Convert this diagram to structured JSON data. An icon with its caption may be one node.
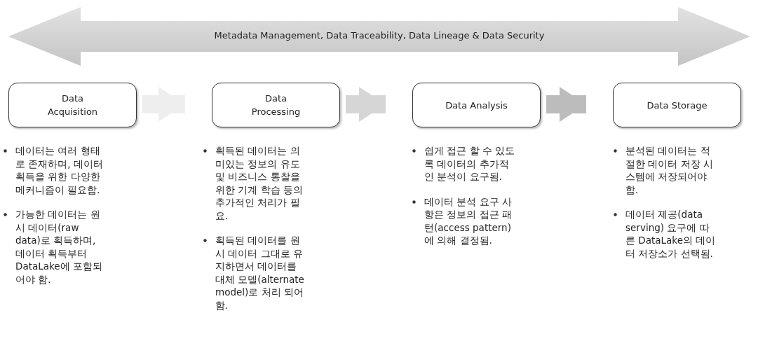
{
  "diagram": {
    "nodes": [
      {
        "text": [
          "Metadata Management, Data Traceability, Data Lineage & Data Security"
        ]
      },
      {
        "text": [
          "Data Acquisition"
        ],
        "beside": [
          "데이터는 여러 형태로 존재하며, 데이터 획득을 위한 다양한 메커니즘이 필요함.",
          "가능한 데이터는 원시 데이터(raw data)로 획득하며, 데이터 획득부터 DataLake에 포함되어야 함."
        ]
      },
      {
        "text": [
          "Data Processing"
        ],
        "beside": [
          "획득된 데이터는 의미있는 정보의 유도 및 비즈니스 통찰을 위한 기계 학습 등의 추가적인 처리가 필요.",
          "획득된 데이터를 원시 데이터 그대로 유지하면서 데이터를 대체 모델(alternate model)로 처리 되어 함."
        ]
      },
      {
        "text": [
          "Data Analysis"
        ],
        "beside": [
          "쉽게 접근 할 수 있도록 데이터의 추가적인 분석이 요구됨.",
          "데이터 분석 요구 사항은 정보의 접근 패턴(access pattern)에 의해 결정됨."
        ]
      },
      {
        "text": [
          "Data Storage"
        ],
        "beside": [
          "분석된 데이터는 적절한 데이터 저장 시스템에 저장되어야 함.",
          "데이터 제공(data serving) 요구에 따른 DataLake의 데이터 저장소가 선택됨."
        ]
      }
    ],
    "edges": [
      {
        "from": 1,
        "to": 2,
        "arrow": "to",
        "color": "#eeeeee"
      },
      {
        "from": 2,
        "to": 3,
        "arrow": "to",
        "color": "#d6d6d6"
      },
      {
        "from": 3,
        "to": 4,
        "arrow": "to",
        "color": "#bcbcbc"
      }
    ]
  }
}
